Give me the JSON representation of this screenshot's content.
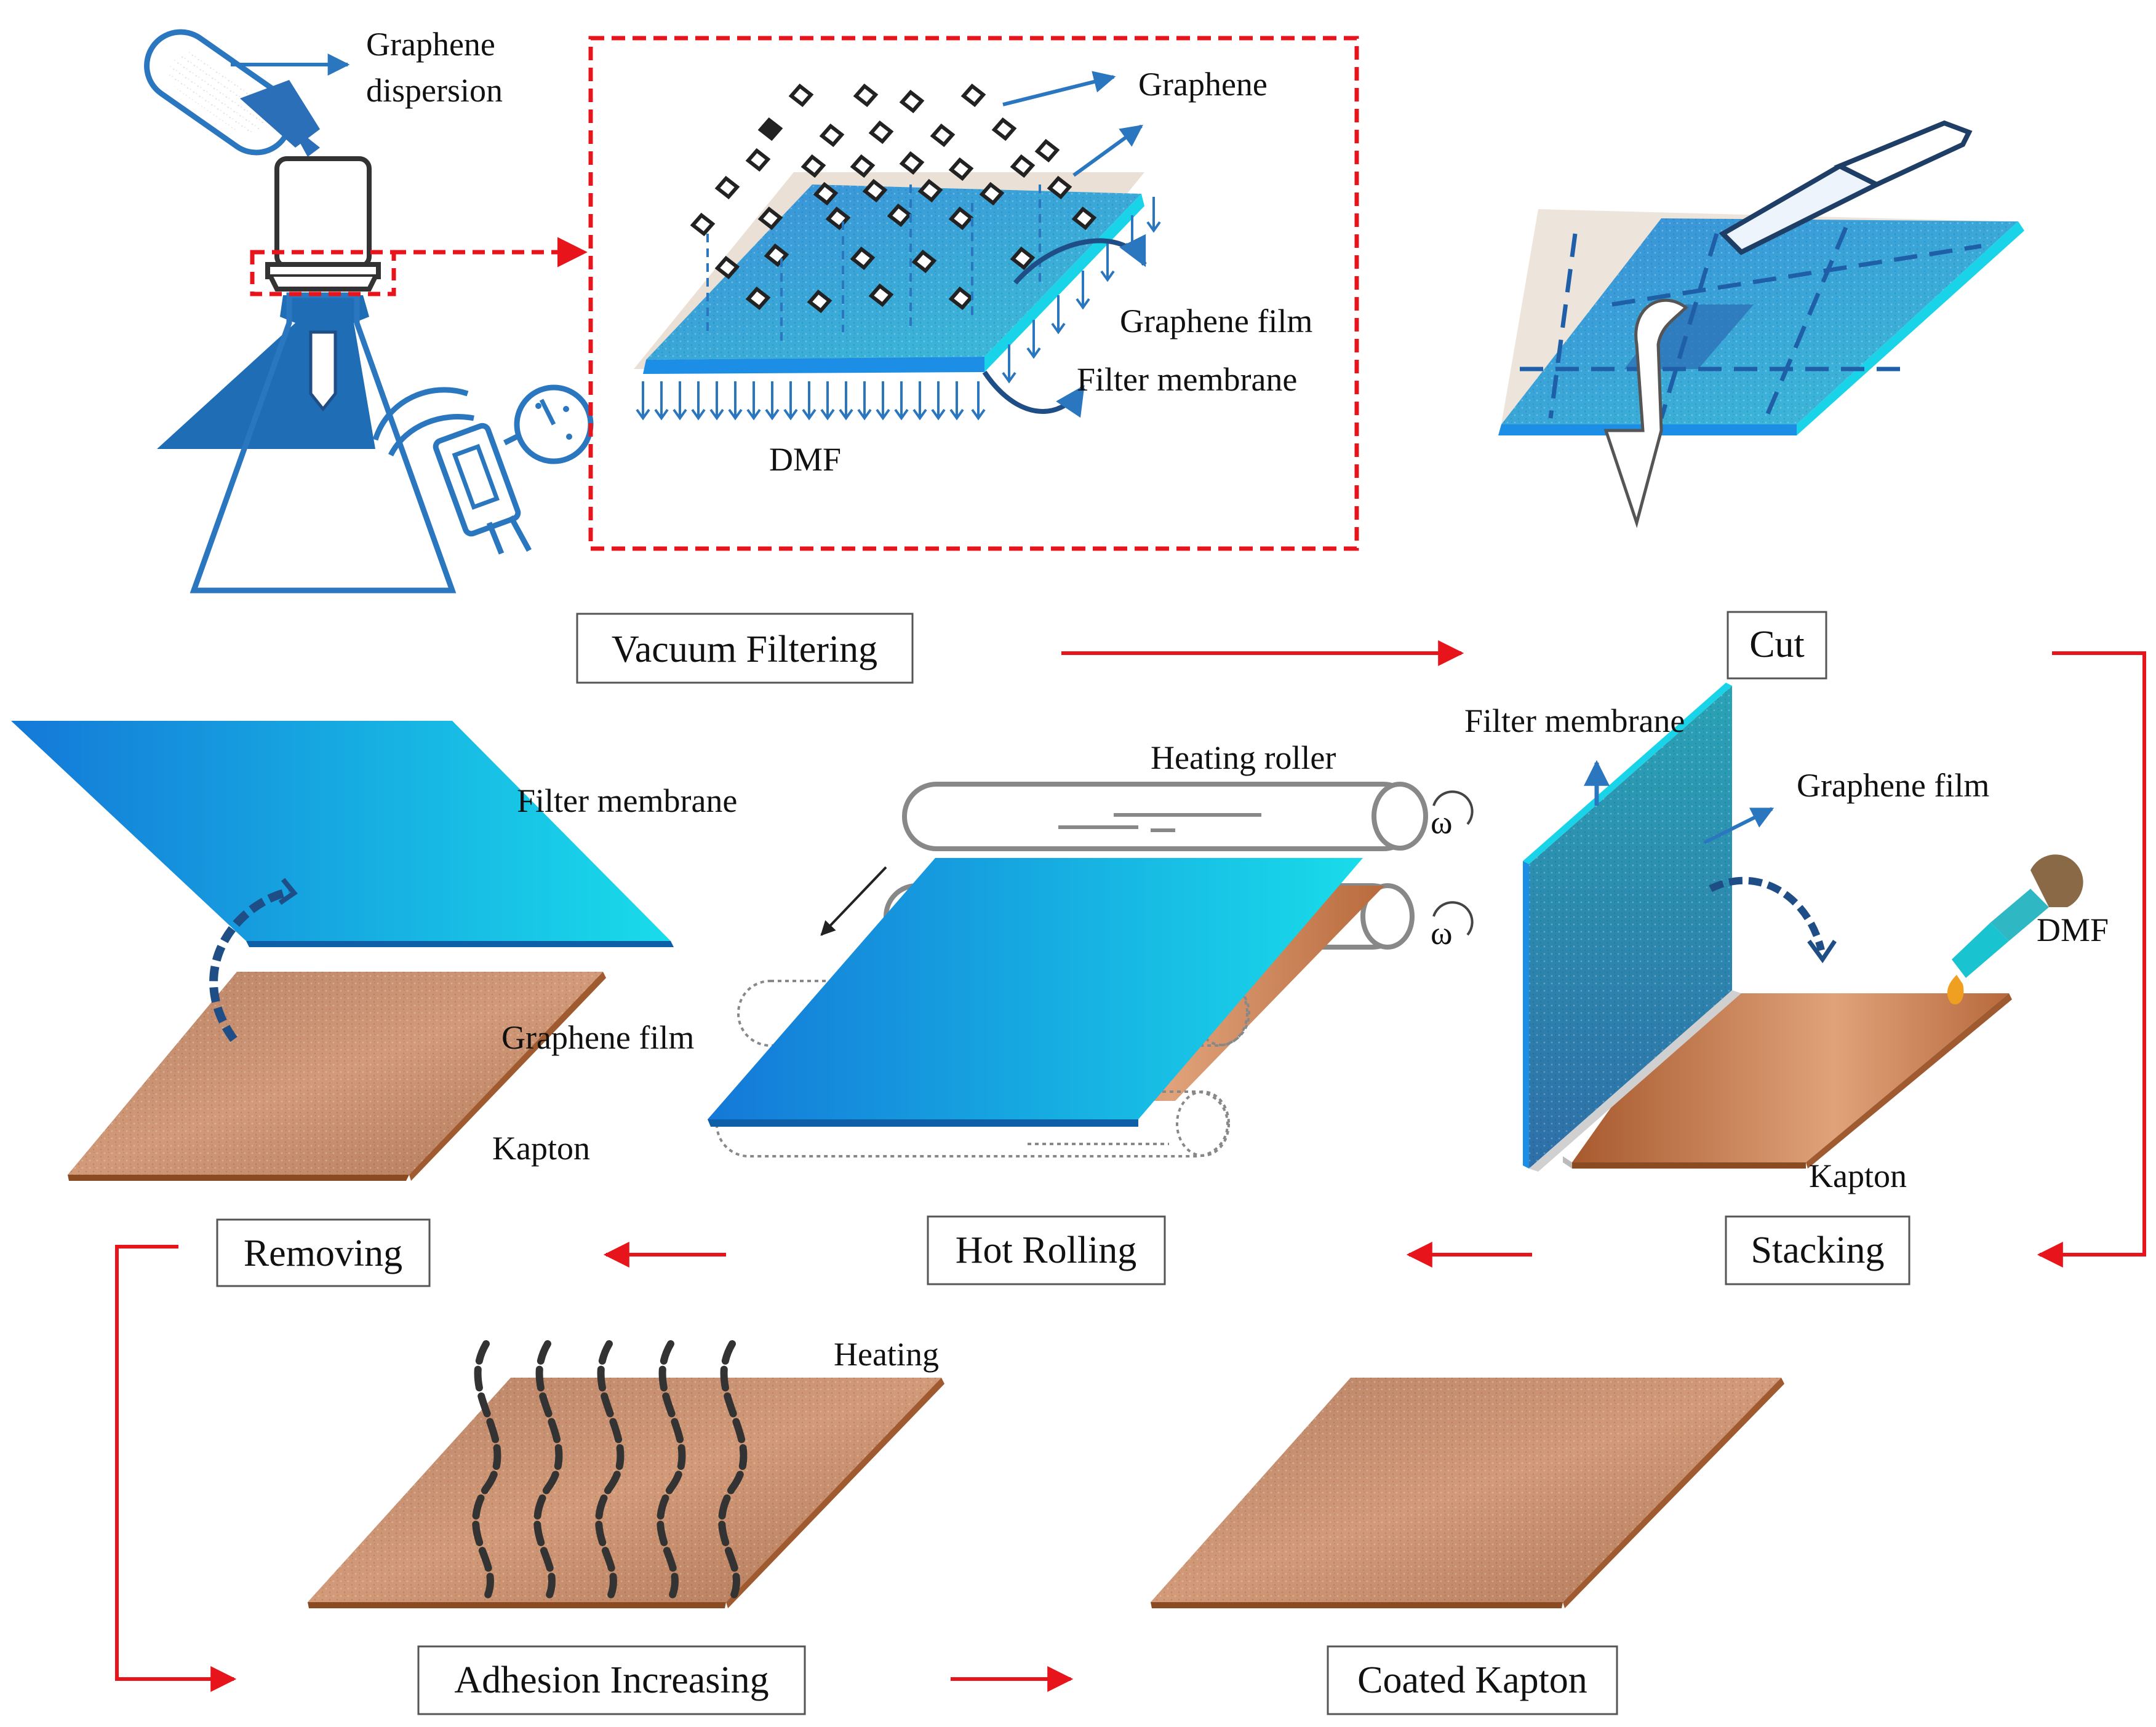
{
  "steps": {
    "vacuum_filtering": "Vacuum Filtering",
    "cut": "Cut",
    "stacking": "Stacking",
    "hot_rolling": "Hot Rolling",
    "removing": "Removing",
    "adhesion_increasing": "Adhesion Increasing",
    "coated_kapton": "Coated Kapton"
  },
  "labels": {
    "graphene_dispersion_line1": "Graphene",
    "graphene_dispersion_line2": "dispersion",
    "graphene": "Graphene",
    "graphene_film": "Graphene film",
    "filter_membrane": "Filter membrane",
    "dmf": "DMF",
    "heating_roller": "Heating roller",
    "omega": "ω",
    "kapton": "Kapton",
    "heating": "Heating"
  },
  "colors": {
    "flow_arrow": "#e8141c",
    "filter_blue": "#1a8fe0",
    "filter_cyan": "#19d4e8",
    "kapton": "#c08060",
    "kapton_edge": "#8a4a22",
    "outline_blue": "#2a77bf",
    "zoom_frame": "#e8141c"
  }
}
